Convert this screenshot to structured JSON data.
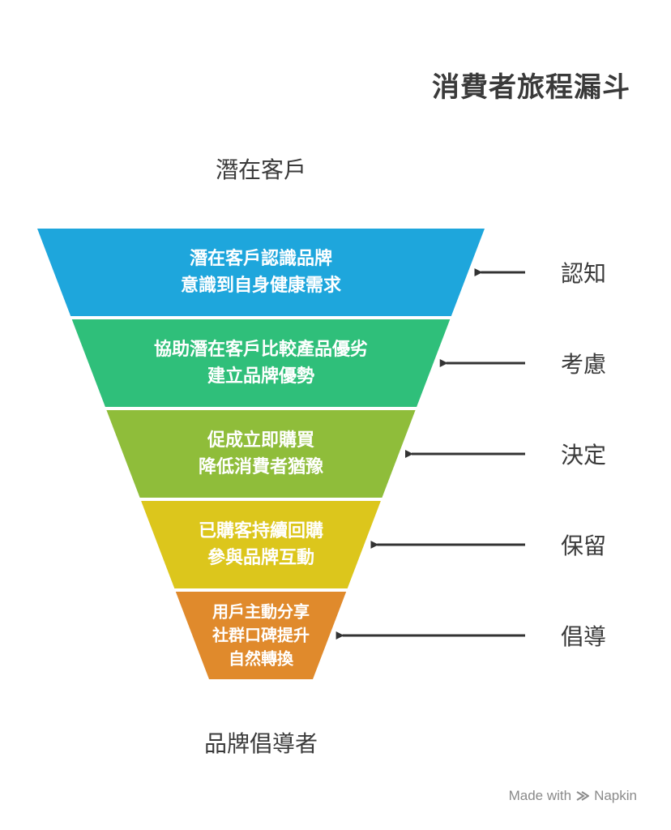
{
  "title": "消費者旅程漏斗",
  "top_label": "潛在客戶",
  "bottom_label": "品牌倡導者",
  "stages": [
    {
      "name": "認知",
      "lines": [
        "潛在客戶認識品牌",
        "意識到自身健康需求"
      ],
      "color": "#1ea6dc",
      "arrow_icon": "arrow-left-icon"
    },
    {
      "name": "考慮",
      "lines": [
        "協助潛在客戶比較產品優劣",
        "建立品牌優勢"
      ],
      "color": "#2fbf7a",
      "arrow_icon": "arrow-left-icon"
    },
    {
      "name": "決定",
      "lines": [
        "促成立即購買",
        "降低消費者猶豫"
      ],
      "color": "#8fbd3a",
      "arrow_icon": "arrow-left-icon"
    },
    {
      "name": "保留",
      "lines": [
        "已購客持續回購",
        "參與品牌互動"
      ],
      "color": "#dcc61c",
      "arrow_icon": "arrow-left-icon"
    },
    {
      "name": "倡導",
      "lines": [
        "用戶主動分享",
        "社群口碑提升",
        "自然轉換"
      ],
      "color": "#e08a2c",
      "arrow_icon": "arrow-left-icon"
    }
  ],
  "watermark": {
    "prefix": "Made with",
    "brand": "Napkin",
    "icon": "napkin-logo-icon"
  }
}
